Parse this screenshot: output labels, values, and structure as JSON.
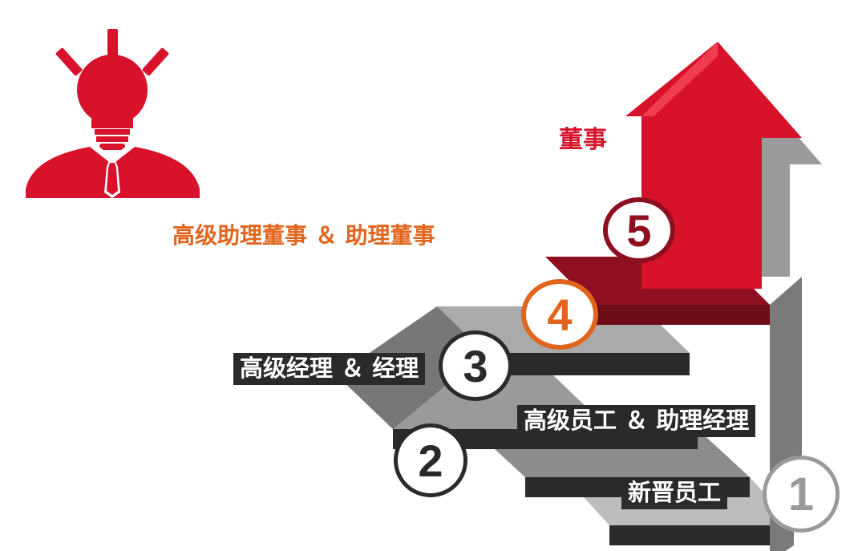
{
  "colors": {
    "red": "#d8122b",
    "dark_red": "#8e1020",
    "orange": "#e2651f",
    "dark": "#2a2a2a",
    "gray_light": "#bdbdbd",
    "gray_mid": "#8c8c8c",
    "gray_dark": "#555555"
  },
  "icons": {
    "idea_person": "lightbulb-head-person-icon"
  },
  "levels": [
    {
      "number": "1",
      "label": "新晋员工"
    },
    {
      "number": "2",
      "label": "高级员工 ＆ 助理经理"
    },
    {
      "number": "3",
      "label": "高级经理 ＆ 经理"
    },
    {
      "number": "4",
      "label": "高级助理董事 ＆ 助理董事"
    },
    {
      "number": "5",
      "label": "董事"
    }
  ]
}
